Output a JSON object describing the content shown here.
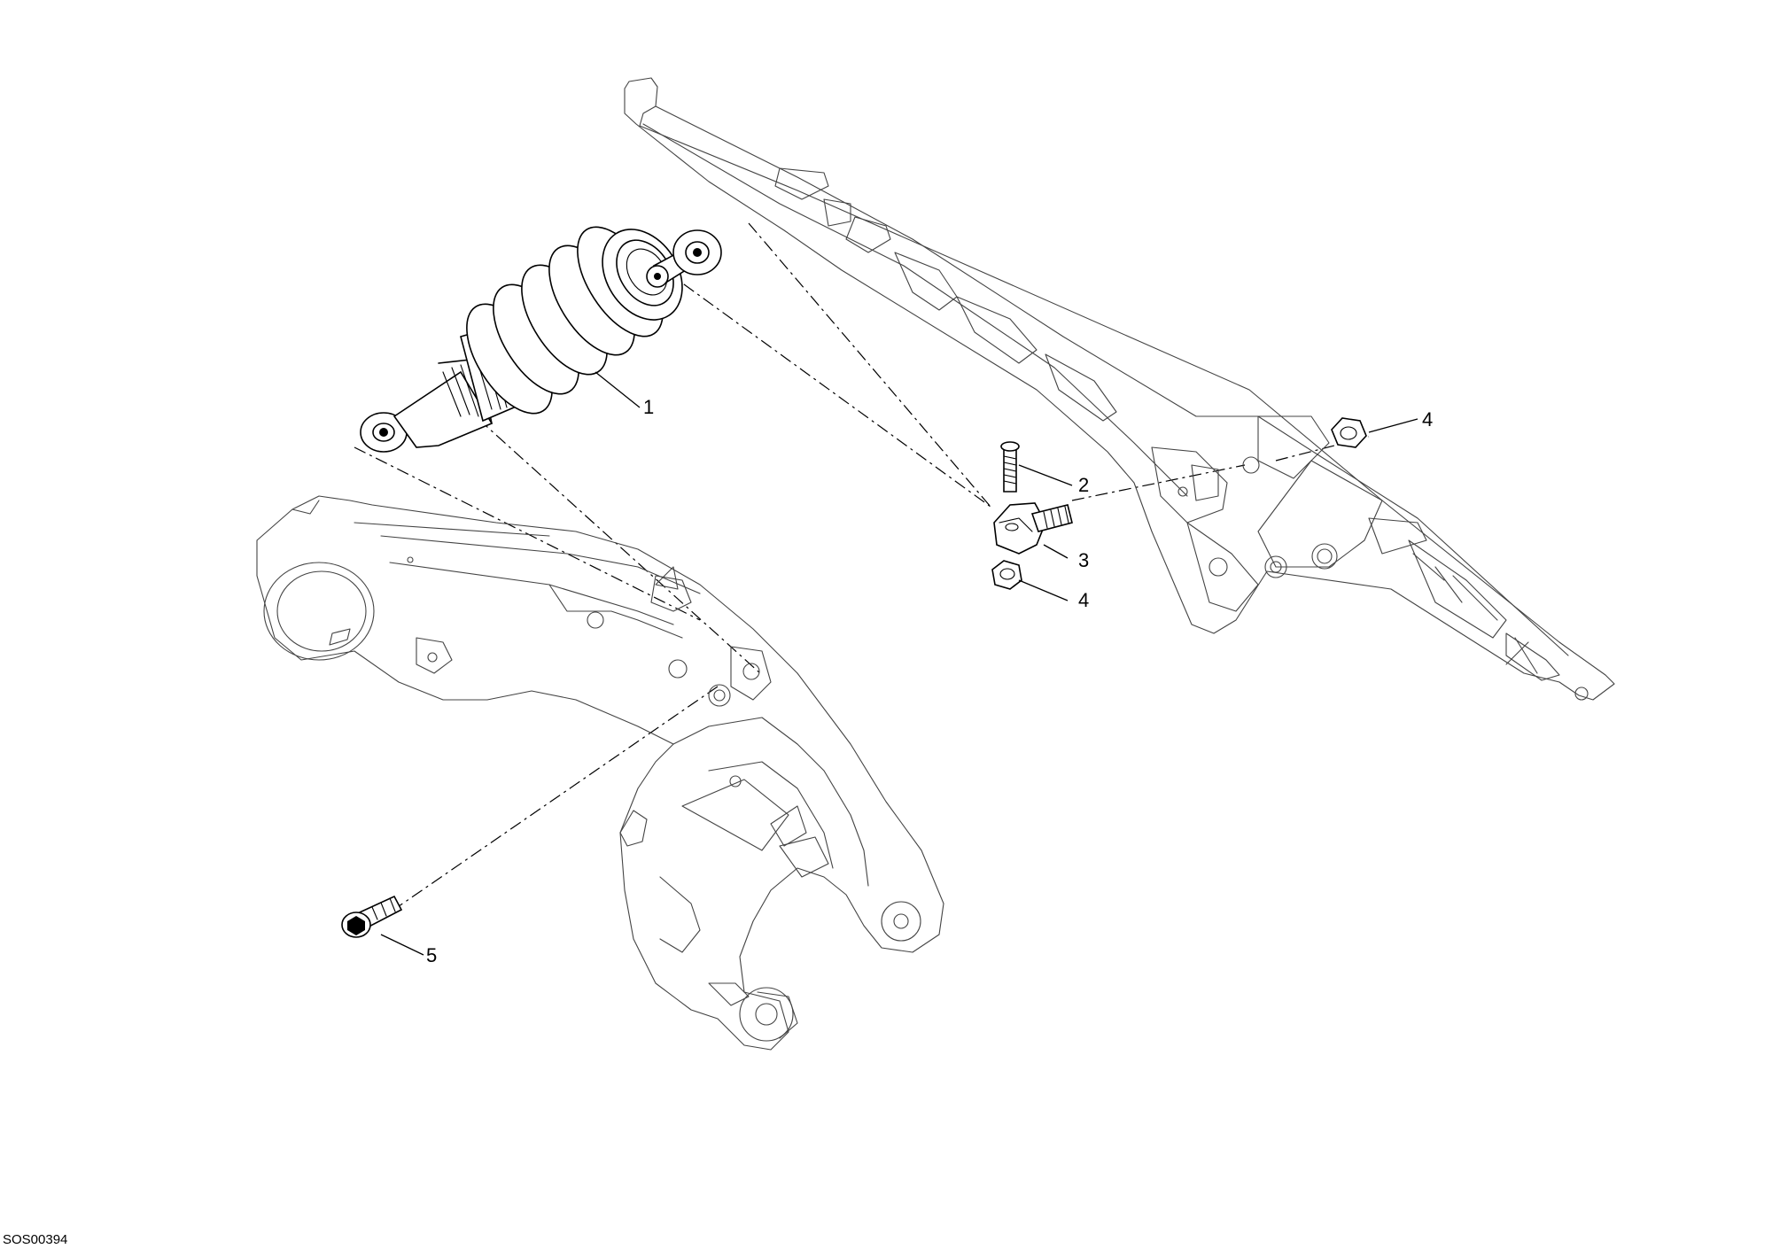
{
  "diagram": {
    "callouts": [
      {
        "id": "c1",
        "label": "1"
      },
      {
        "id": "c2",
        "label": "2"
      },
      {
        "id": "c3",
        "label": "3"
      },
      {
        "id": "c4a",
        "label": "4"
      },
      {
        "id": "c4b",
        "label": "4"
      },
      {
        "id": "c5",
        "label": "5"
      }
    ],
    "document_code": "SOS00394"
  }
}
